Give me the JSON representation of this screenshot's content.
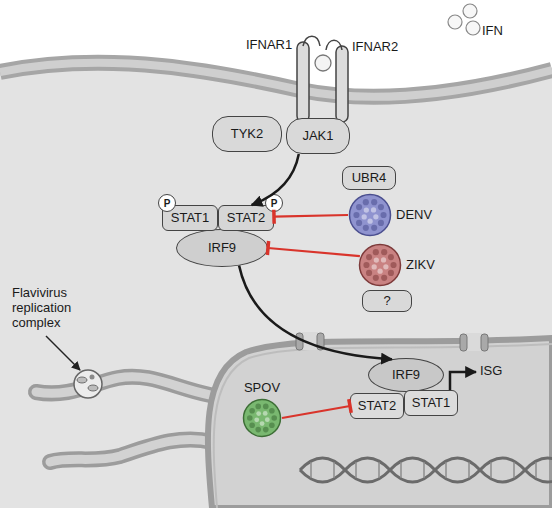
{
  "diagram": {
    "nodes": [
      {
        "text": [
          "TYK2"
        ]
      },
      {
        "text": [
          "JAK1"
        ]
      },
      {
        "text": [
          "P"
        ]
      },
      {
        "text": [
          "STAT1"
        ]
      },
      {
        "text": [
          "STAT2"
        ]
      },
      {
        "text": [
          "P"
        ]
      },
      {
        "text": [
          "IRF9"
        ]
      },
      {
        "text": [
          "UBR4"
        ]
      },
      {
        "text": [
          "DENV"
        ]
      },
      {
        "text": [
          "ZIKV"
        ]
      },
      {
        "text": [
          "?"
        ]
      },
      {
        "text": [
          "IRF9"
        ]
      },
      {
        "text": [
          "STAT2"
        ]
      },
      {
        "text": [
          "STAT1"
        ]
      },
      {
        "text": [
          "SPOV"
        ]
      }
    ],
    "edges": [
      {
        "from": 1,
        "to": 4,
        "arrow": "to"
      },
      {
        "from": 8,
        "to": 4,
        "arrow": "to"
      },
      {
        "from": 9,
        "to": 6,
        "arrow": "to"
      },
      {
        "from": 6,
        "to": 11,
        "arrow": "to"
      },
      {
        "from": 14,
        "to": 12,
        "arrow": "to"
      }
    ],
    "labels": [
      "IFN",
      "IFNAR1",
      "IFNAR2",
      "Flavivirus replication complex",
      "ISG"
    ]
  }
}
